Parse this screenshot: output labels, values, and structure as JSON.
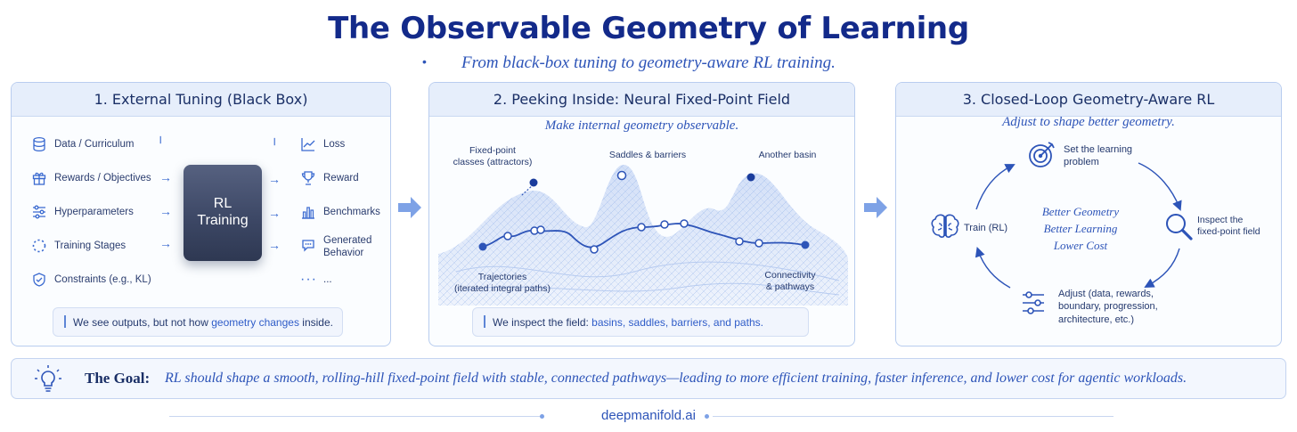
{
  "header": {
    "title": "The Observable Geometry of Learning",
    "subtitle": "From black-box tuning to geometry-aware RL training."
  },
  "panel1": {
    "title": "1. External Tuning (Black Box)",
    "inputs": [
      "Data / Curriculum",
      "Rewards / Objectives",
      "Hyperparameters",
      "Training Stages",
      "Constraints (e.g., KL)"
    ],
    "box_label_line1": "RL",
    "box_label_line2": "Training",
    "outputs": [
      "Loss",
      "Reward",
      "Benchmarks",
      "Generated",
      "Behavior",
      "..."
    ],
    "note_prefix": "We see outputs, but not how ",
    "note_highlight": "geometry changes",
    "note_suffix": " inside."
  },
  "panel2": {
    "title": "2. Peeking Inside: Neural Fixed-Point Field",
    "tagline": "Make internal geometry observable.",
    "labels": {
      "attractors_1": "Fixed-point",
      "attractors_2": "classes (attractors)",
      "saddles": "Saddles & barriers",
      "basin": "Another basin",
      "trajectories_1": "Trajectories",
      "trajectories_2": "(iterated integral paths)",
      "connectivity_1": "Connectivity",
      "connectivity_2": "& pathways"
    },
    "note_prefix": "We inspect the field: ",
    "note_highlight": "basins, saddles, barriers, and paths."
  },
  "panel3": {
    "title": "3. Closed-Loop Geometry-Aware RL",
    "tagline": "Adjust to shape better geometry.",
    "steps": {
      "set_1": "Set the learning",
      "set_2": "problem",
      "inspect_1": "Inspect the",
      "inspect_2": "fixed-point field",
      "adjust_1": "Adjust (data, rewards,",
      "adjust_2": "boundary, progression,",
      "adjust_3": "architecture, etc.)",
      "train": "Train (RL)"
    },
    "center": [
      "Better Geometry",
      "Better Learning",
      "Lower Cost"
    ]
  },
  "goal": {
    "key": "The Goal:",
    "text": "RL should shape a smooth, rolling-hill fixed-point field with stable, connected pathways—leading to more efficient training, faster inference, and lower cost for agentic workloads."
  },
  "footer": {
    "site": "deepmanifold.ai"
  },
  "colors": {
    "accent": "#2d54b8",
    "title": "#132a8a",
    "box": "#3d4a66",
    "panel_head": "#e6eefb"
  },
  "icons": [
    "database-icon",
    "gift-icon",
    "sliders-icon",
    "dashed-circle-icon",
    "shield-icon",
    "line-chart-icon",
    "trophy-icon",
    "bar-chart-icon",
    "chat-icon",
    "target-icon",
    "magnifier-icon",
    "brain-icon",
    "lightbulb-icon"
  ]
}
